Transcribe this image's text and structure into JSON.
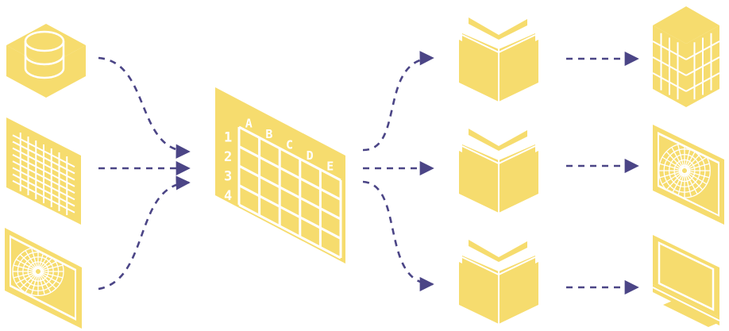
{
  "colors": {
    "icon_fill": "#F6DC6E",
    "icon_line": "#FFFFFF",
    "arrow": "#4B4586",
    "background": "#FFFFFF"
  },
  "diagram": {
    "sources": [
      {
        "id": "database",
        "icon": "database-cube-icon"
      },
      {
        "id": "grid-data",
        "icon": "grid-table-icon"
      },
      {
        "id": "radial-chart",
        "icon": "radial-chart-screen-icon"
      }
    ],
    "hub": {
      "icon": "spreadsheet-icon",
      "column_headers": [
        "A",
        "B",
        "C",
        "D",
        "E"
      ],
      "row_headers": [
        "1",
        "2",
        "3",
        "4"
      ]
    },
    "outputs": [
      {
        "id": "book-top",
        "icon": "open-book-icon",
        "target": "building-icon"
      },
      {
        "id": "book-middle",
        "icon": "open-book-icon",
        "target": "radial-chart-screen-icon"
      },
      {
        "id": "book-bottom",
        "icon": "open-book-icon",
        "target": "monitor-icon"
      }
    ]
  }
}
